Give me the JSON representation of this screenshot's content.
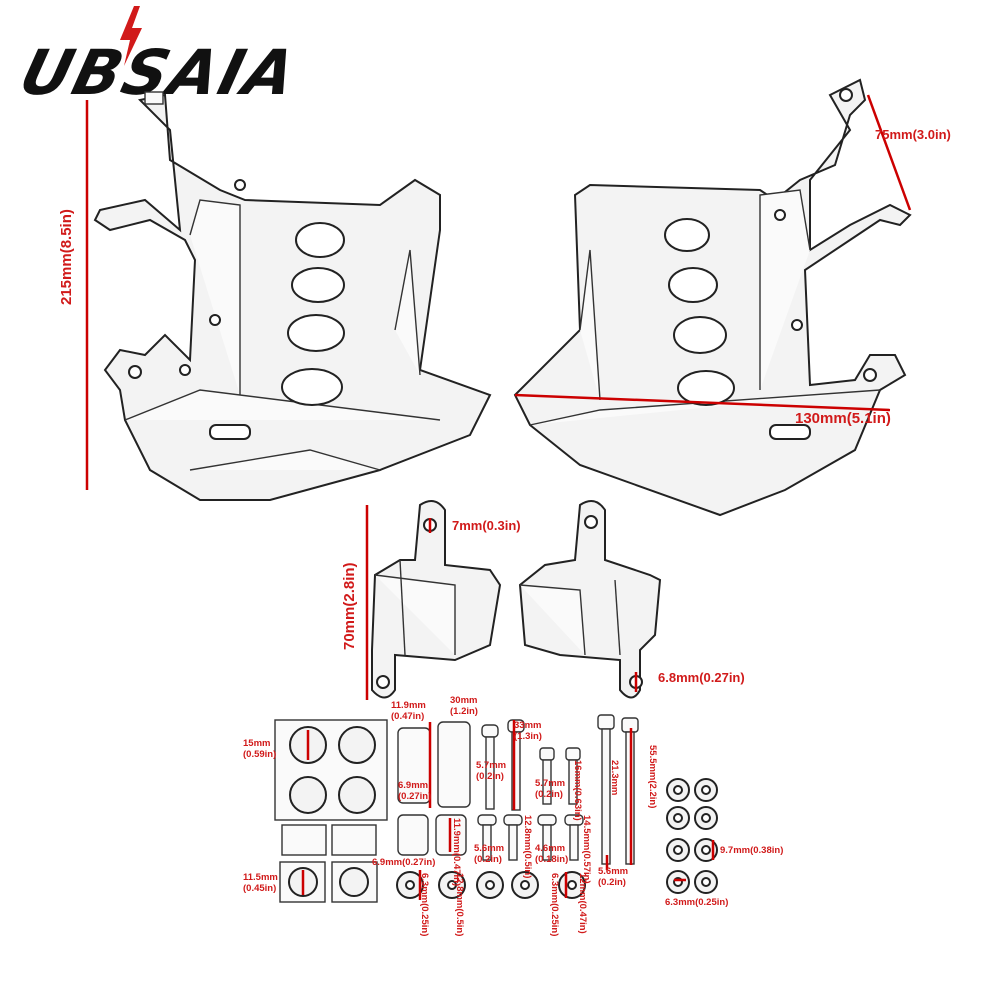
{
  "logo": {
    "text": "UBSAIA",
    "icon": "lightning-bolt-icon"
  },
  "colors": {
    "dimension": "#d11a1a",
    "outline": "#222222"
  },
  "dims": {
    "height_215": "215mm(8.5in)",
    "width_75": "75mm(3.0in)",
    "width_130": "130mm(5.1in)",
    "height_70": "70mm(2.8in)",
    "hole_7": "7mm(0.3in)",
    "hole_68": "6.8mm(0.27in)"
  },
  "hardware": {
    "pad_15": [
      "15mm",
      "(0.59in)"
    ],
    "pad_115": [
      "11.5mm",
      "(0.45in)"
    ],
    "spacer_119": [
      "11.9mm",
      "(0.47in)"
    ],
    "spacer_30": [
      "30mm",
      "(1.2in)"
    ],
    "spacer_69a": [
      "6.9mm",
      "(0.27in)"
    ],
    "spacer_119b": "11.9mm(0.47in)",
    "spacer_69b": "6.9mm(0.27in)",
    "washer_63a": "6.3mm(0.25in)",
    "washer_128": "12.8mm(0.5in)",
    "bolt_33": [
      "33mm",
      "(1.3in)"
    ],
    "bolt_57a": [
      "5.7mm",
      "(0.2in)"
    ],
    "bolt_57b": [
      "5.7mm",
      "(0.2in)"
    ],
    "bolt_16a": "16mm(0.63in)",
    "bolt_56a": [
      "5.6mm",
      "(0.2in)"
    ],
    "bolt_128b": "12.8mm(0.5in)",
    "bolt_46": [
      "4.6mm",
      "(0.18in)"
    ],
    "bolt_145": "14.5mm(0.57in)",
    "washer_63b": "6.3mm(0.25in)",
    "washer_12": "12mm(0.47in)",
    "bolt_555": "55.5mm(2.2in)",
    "bolt_213": "21.3mm",
    "bolt_56b": [
      "5.6mm",
      "(0.2in)"
    ],
    "nut_97": "9.7mm(0.38in)",
    "nut_63": "6.3mm(0.25in)"
  }
}
